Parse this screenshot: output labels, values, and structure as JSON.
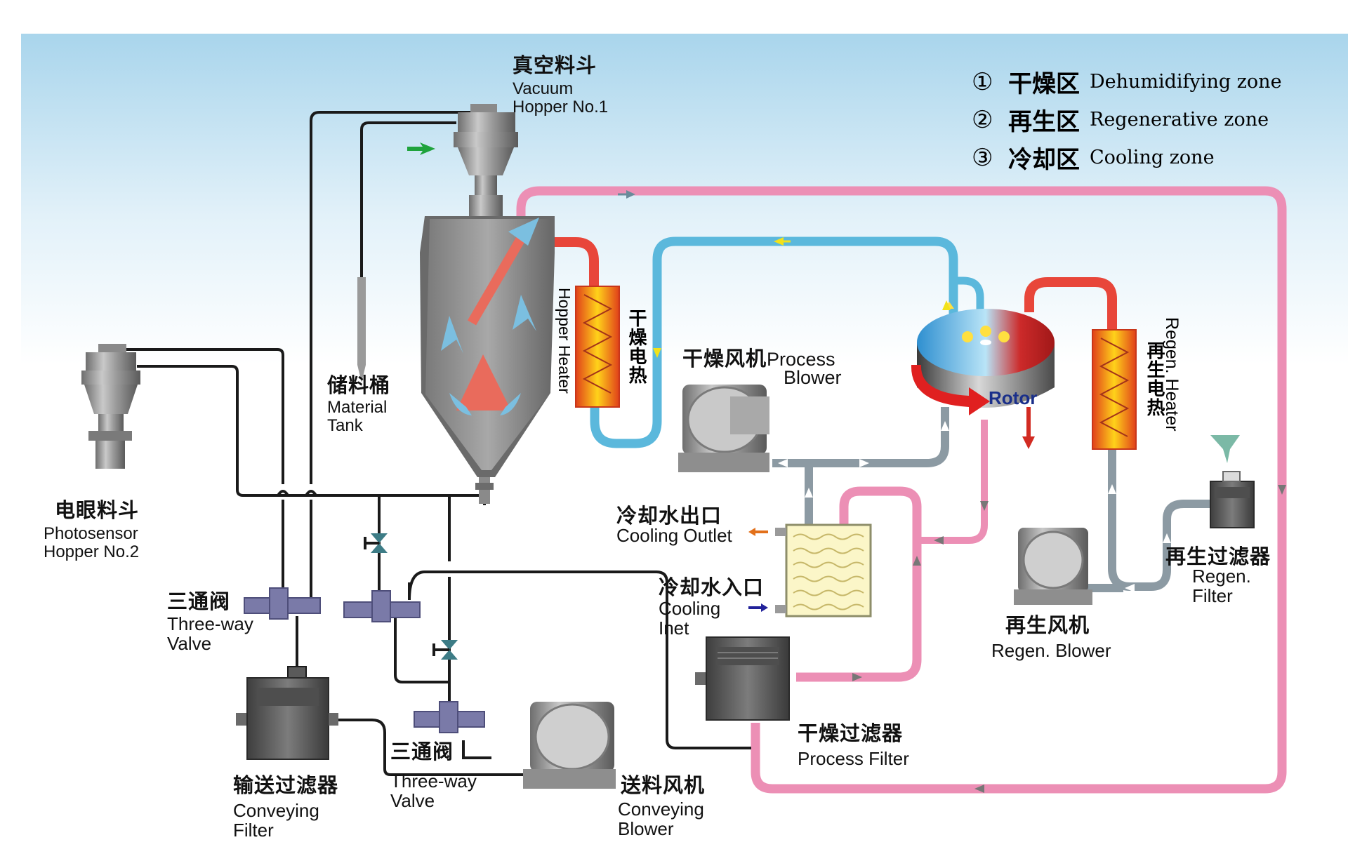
{
  "legend": [
    {
      "num": "①",
      "cn": "干燥区",
      "en": "Dehumidifying zone"
    },
    {
      "num": "②",
      "cn": "再生区",
      "en": "Regenerative zone"
    },
    {
      "num": "③",
      "cn": "冷却区",
      "en": "Cooling zone"
    }
  ],
  "labels": {
    "vacuum_hopper": {
      "cn": "真空料斗",
      "en1": "Vacuum",
      "en2": "Hopper No.1"
    },
    "material_tank": {
      "cn": "储料桶",
      "en1": "Material",
      "en2": "Tank"
    },
    "photosensor_hopper": {
      "cn": "电眼料斗",
      "en1": "Photosensor",
      "en2": "Hopper No.2"
    },
    "hopper_heater": {
      "en": "Hopper Heater",
      "cn": "干燥电热"
    },
    "process_blower": {
      "cn": "干燥风机",
      "en1": "Process",
      "en2": "Blower"
    },
    "rotor": "Rotor",
    "regen_heater": {
      "en": "Regen. Heater",
      "cn": "再生电热"
    },
    "cooling_outlet": {
      "cn": "冷却水出口",
      "en": "Cooling Outlet"
    },
    "cooling_inlet": {
      "cn": "冷却水入口",
      "en1": "Cooling",
      "en2": "Inet"
    },
    "regen_filter": {
      "cn": "再生过滤器",
      "en1": "Regen.",
      "en2": "Filter"
    },
    "regen_blower": {
      "cn": "再生风机",
      "en": "Regen. Blower"
    },
    "three_way_valve_1": {
      "cn": "三通阀",
      "en1": "Three-way",
      "en2": "Valve"
    },
    "three_way_valve_2": {
      "cn": "三通阀",
      "en1": "Three-way",
      "en2": "Valve"
    },
    "conveying_filter": {
      "cn": "输送过滤器",
      "en1": "Conveying",
      "en2": "Filter"
    },
    "conveying_blower": {
      "cn": "送料风机",
      "en1": "Conveying",
      "en2": "Blower"
    },
    "process_filter": {
      "cn": "干燥过滤器",
      "en": "Process Filter"
    }
  },
  "colors": {
    "process_air": "#5bb8dc",
    "return_air": "#ec8fb5",
    "hot_air": "#e8463a",
    "regen_outlet": "#8c9aa3",
    "conveying_line": "#1a1a1a",
    "background_top": "#bfe0f1"
  }
}
